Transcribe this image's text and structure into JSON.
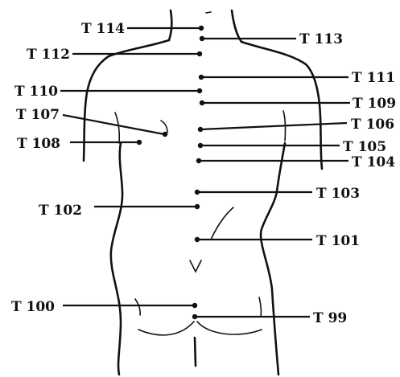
{
  "points": [
    {
      "id": "t114",
      "label": "T 114"
    },
    {
      "id": "t113",
      "label": "T 113"
    },
    {
      "id": "t112",
      "label": "T 112"
    },
    {
      "id": "t111",
      "label": "T 111"
    },
    {
      "id": "t110",
      "label": "T 110"
    },
    {
      "id": "t109",
      "label": "T 109"
    },
    {
      "id": "t107",
      "label": "T 107"
    },
    {
      "id": "t106",
      "label": "T 106"
    },
    {
      "id": "t108",
      "label": "T 108"
    },
    {
      "id": "t105",
      "label": "T 105"
    },
    {
      "id": "t104",
      "label": "T 104"
    },
    {
      "id": "t103",
      "label": "T 103"
    },
    {
      "id": "t102",
      "label": "T 102"
    },
    {
      "id": "t101",
      "label": "T 101"
    },
    {
      "id": "t100",
      "label": "T 100"
    },
    {
      "id": "t99",
      "label": "T 99"
    }
  ]
}
